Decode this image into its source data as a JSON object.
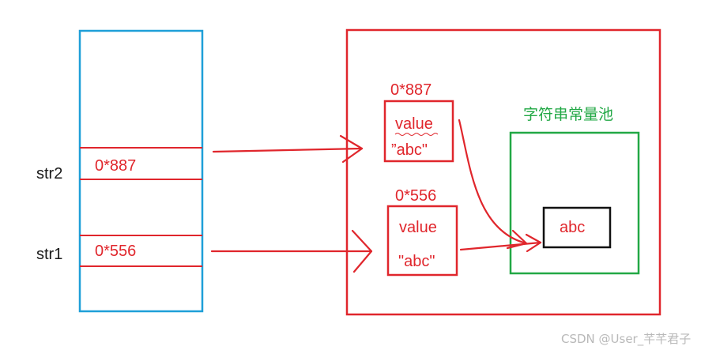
{
  "stack": {
    "rows": [
      {
        "label": "str2",
        "value": "0*887"
      },
      {
        "label": "str1",
        "value": "0*556"
      }
    ]
  },
  "heap": {
    "objects": [
      {
        "address": "0*887",
        "field": "value",
        "content": "”abc\""
      },
      {
        "address": "0*556",
        "field": "value",
        "content": "\"abc\""
      }
    ],
    "pool": {
      "title": "字符串常量池",
      "entry": "abc"
    }
  },
  "watermark": "CSDN @User_芊芊君子",
  "colors": {
    "stack_border": "#1e9fd8",
    "heap_border": "#e0262c",
    "pool_border": "#22a845",
    "arrow": "#e0262c",
    "text_red": "#e0262c",
    "text_green": "#22a845",
    "text_dark": "#1a1a1a",
    "watermark": "#b9b9b9"
  }
}
